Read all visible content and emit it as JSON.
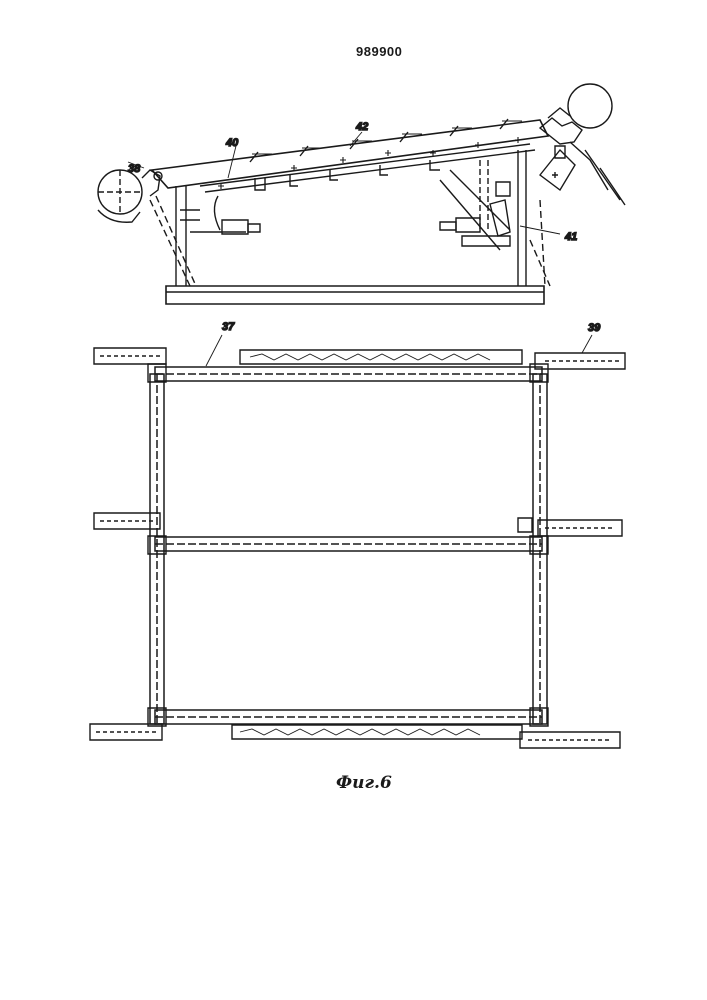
{
  "document": {
    "patent_number": "989900",
    "figure_caption": "Фиг.6"
  },
  "labels": {
    "l37": "37",
    "l38": "38",
    "l39": "39",
    "l40": "40",
    "l41": "41",
    "l42": "42"
  },
  "colors": {
    "ink": "#1a1a1a",
    "paper": "#ffffff"
  }
}
